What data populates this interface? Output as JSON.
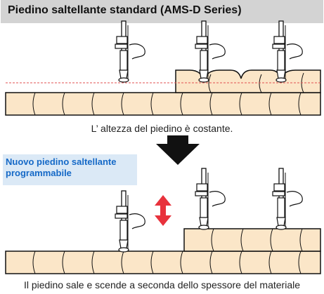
{
  "title": "Piedino saltellante standard (AMS-D Series)",
  "caption_top": "L’ altezza del piedino è costante.",
  "new_box": {
    "line1": "Nuovo piedino saltellante",
    "line2": "programmabile"
  },
  "caption_bottom": "Il piedino sale e scende a seconda dello spessore del materiale",
  "colors": {
    "fabric": "#fbe6c8",
    "outline": "#111111",
    "reference_line": "#e05050",
    "arrow": "#e8323c",
    "title_bg": "#d3d3d3",
    "new_box_bg": "#dbe9f6",
    "new_box_text": "#1569c7"
  },
  "icons": [
    "presser-foot-icon",
    "down-arrow-icon",
    "up-down-arrow-icon"
  ]
}
